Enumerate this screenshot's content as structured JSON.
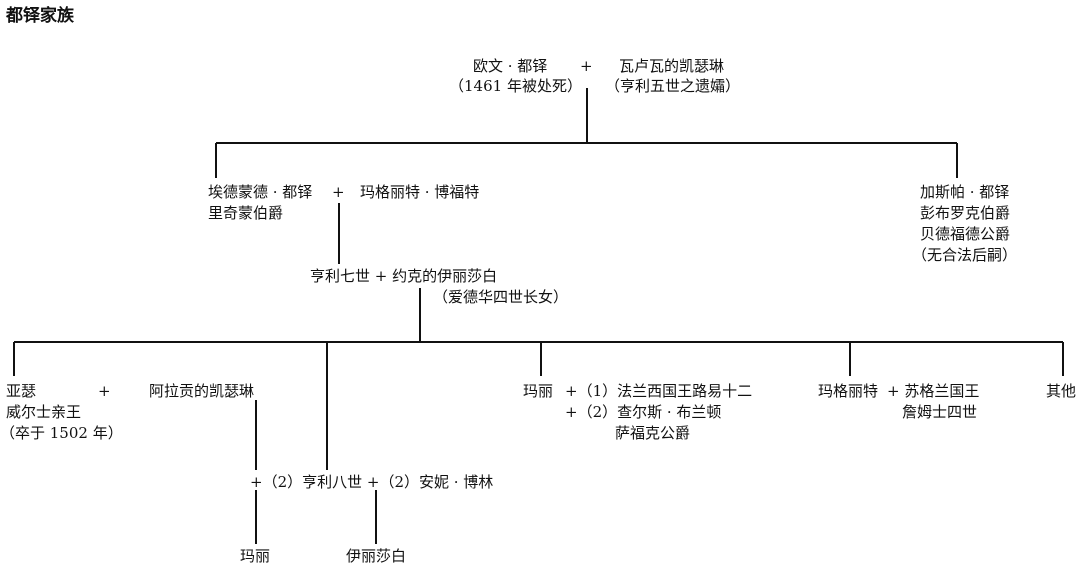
{
  "title": "都铎家族",
  "gen1": {
    "owen": "欧文 · 都铎",
    "owen_note": "（1461 年被处死）",
    "plus": "+",
    "catherine": "瓦卢瓦的凯瑟琳",
    "catherine_note": "（亨利五世之遗孀）"
  },
  "gen2": {
    "edmund": "埃德蒙德 · 都铎",
    "edmund_title": "里奇蒙伯爵",
    "plus": "+",
    "margaret": "玛格丽特 · 博福特",
    "jasper": "加斯帕 · 都铎",
    "jasper_title1": "彭布罗克伯爵",
    "jasper_title2": "贝德福德公爵",
    "jasper_note": "（无合法后嗣）"
  },
  "gen3": {
    "henry7_couple": "亨利七世 + 约克的伊丽莎白",
    "elizabeth_note": "（爱德华四世长女）"
  },
  "gen4": {
    "arthur": "亚瑟",
    "arthur_title": "威尔士亲王",
    "arthur_note": "（卒于 1502 年）",
    "plus": "+",
    "catherine_aragon": "阿拉贡的凯瑟琳",
    "mary": "玛丽",
    "mary_spouse1": "+（1）法兰西国王路易十二",
    "mary_spouse2": "+（2）查尔斯 · 布兰顿",
    "mary_spouse2_title": "萨福克公爵",
    "margaret_t": "玛格丽特",
    "margaret_spouse": "+ 苏格兰国王",
    "margaret_spouse2": "詹姆士四世",
    "others": "其他"
  },
  "gen5": {
    "henry8_line": "+（2）亨利八世 +（2）安妮 · 博林",
    "mary_i": "玛丽",
    "elizabeth_i": "伊丽莎白"
  }
}
